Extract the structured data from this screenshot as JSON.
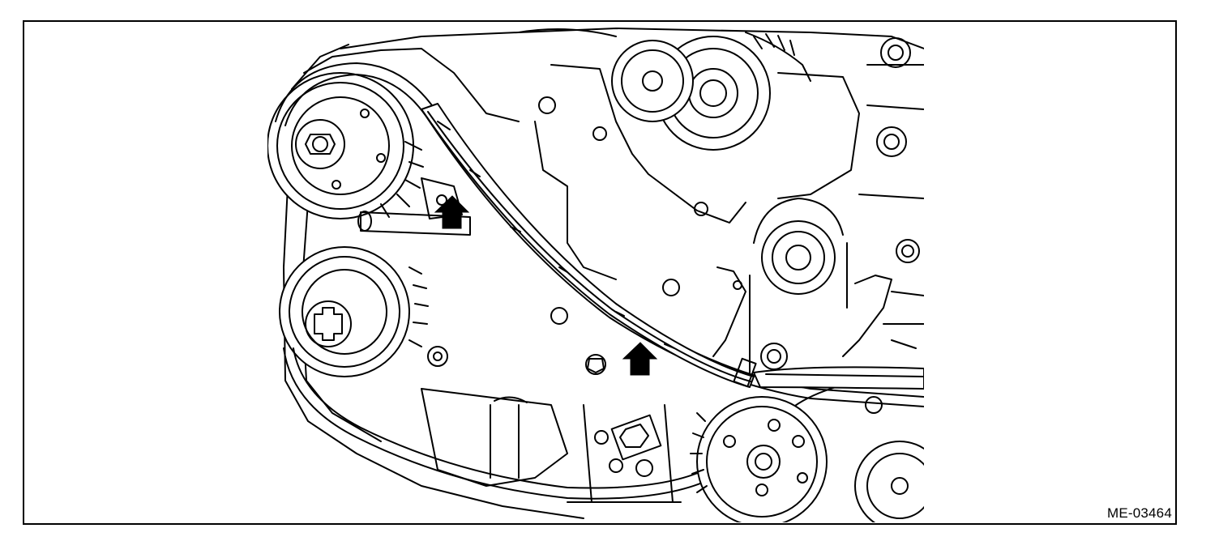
{
  "figure": {
    "id_label": "ME-03464",
    "line_color": "#000000",
    "fill_color": "#ffffff",
    "arrow_color": "#000000"
  },
  "arrows": [
    {
      "name": "upper-arrow",
      "direction": "up"
    },
    {
      "name": "lower-arrow",
      "direction": "up"
    }
  ]
}
